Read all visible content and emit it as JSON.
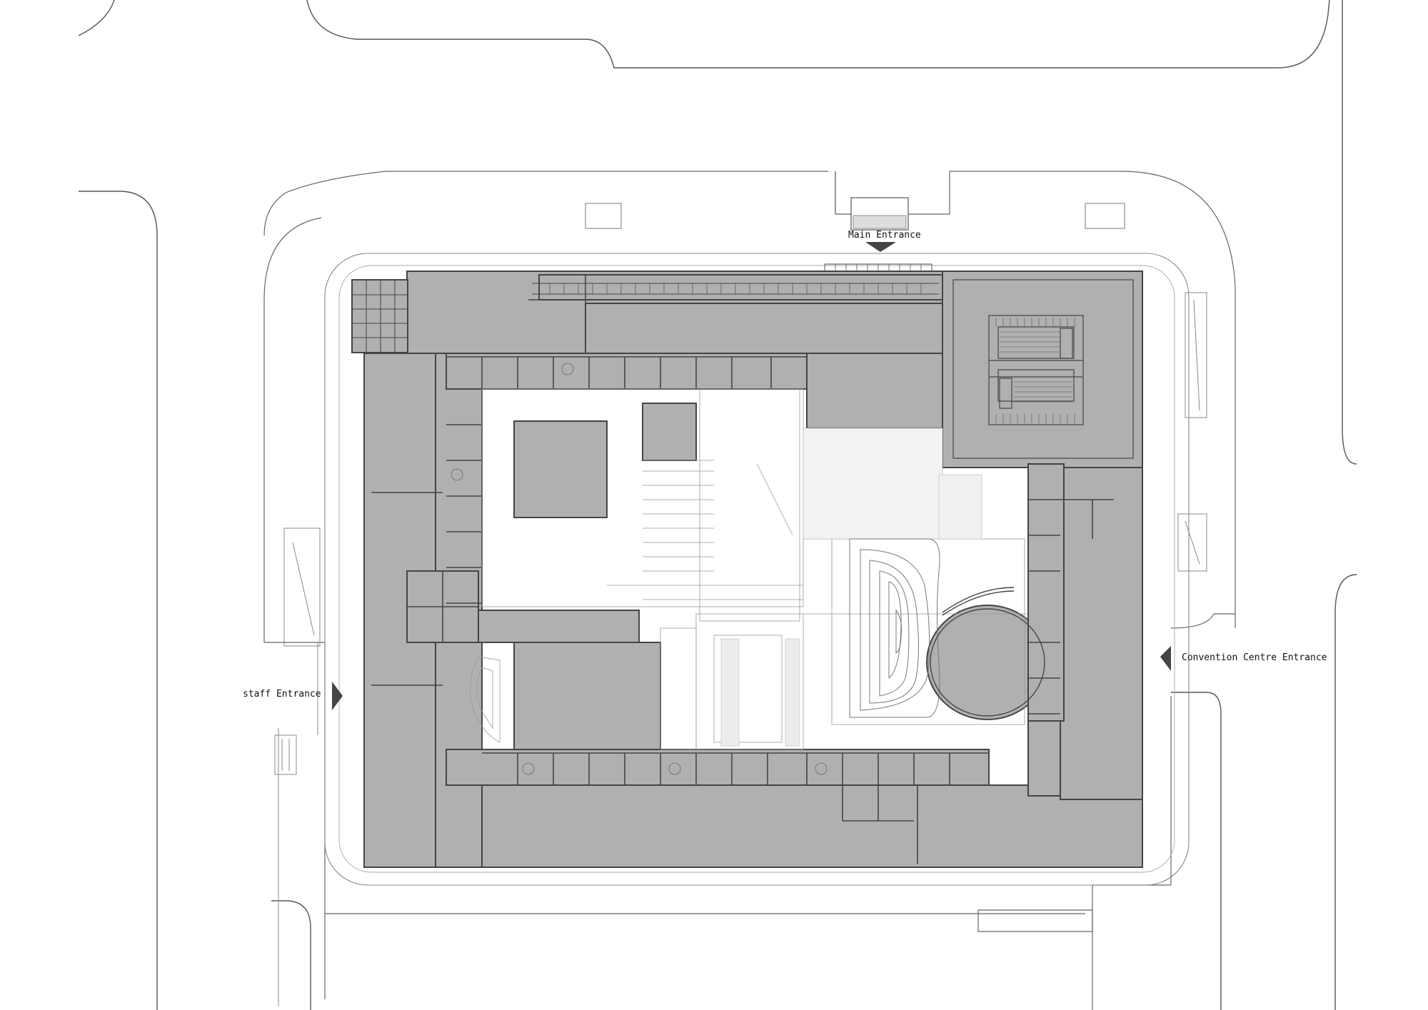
{
  "drawing": {
    "type": "site floor plan",
    "colors": {
      "building_fill": "#b0b0b0",
      "wall_stroke": "#444444",
      "site_line": "#555555",
      "light_line": "#999999",
      "arrow": "#444444",
      "background": "#ffffff"
    }
  },
  "labels": {
    "main_entrance": "Main Entrance",
    "staff_entrance": "staff Entrance",
    "convention_entrance": "Convention Centre Entrance"
  }
}
